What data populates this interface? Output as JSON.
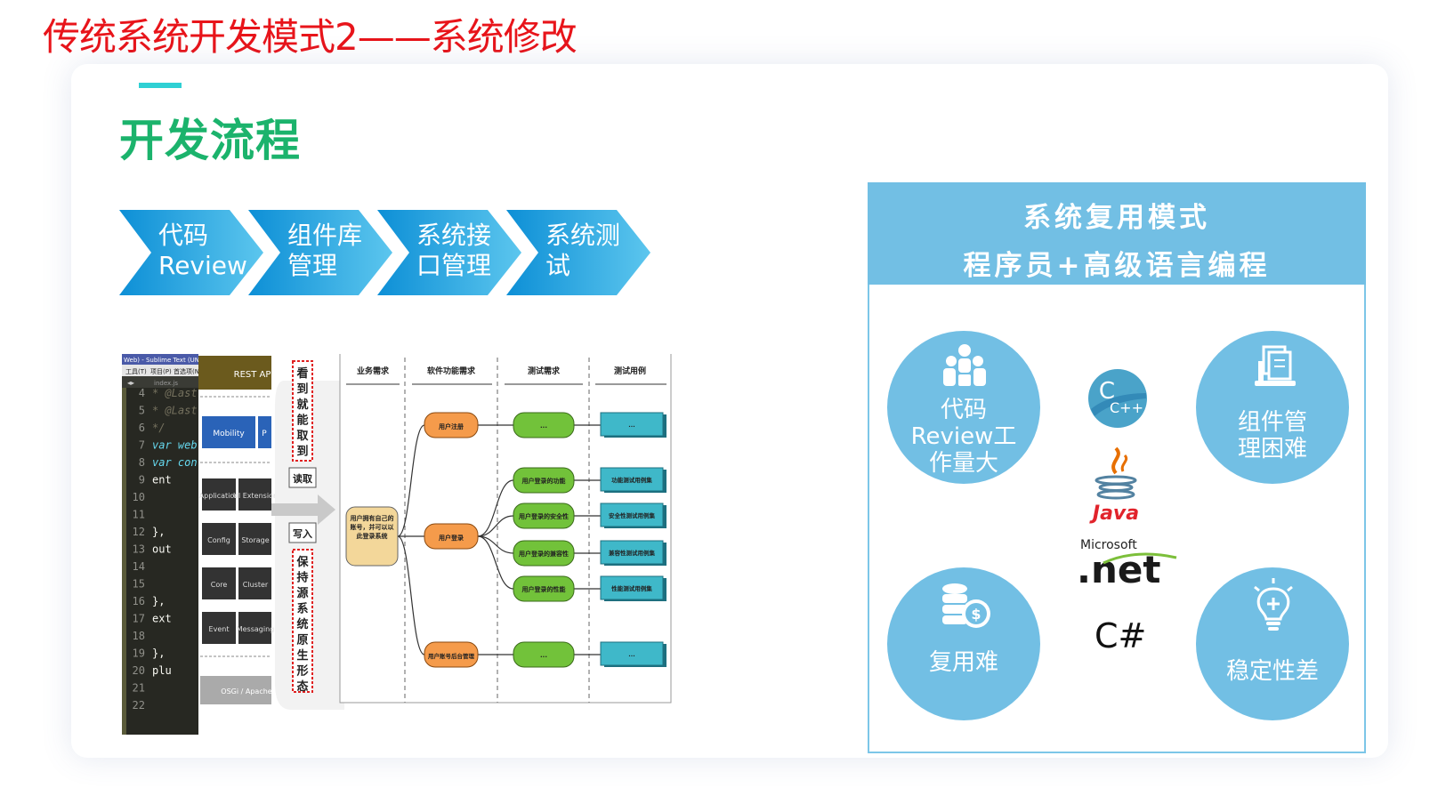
{
  "page_title": "传统系统开发模式2——系统修改",
  "section_title": "开发流程",
  "process_steps": [
    {
      "line1": "代码",
      "line2": "Review"
    },
    {
      "line1": "组件库",
      "line2": "管理"
    },
    {
      "line1": "系统接",
      "line2": "口管理"
    },
    {
      "line1": "系统测",
      "line2": "试"
    }
  ],
  "editor": {
    "title": "Web) - Sublime Text (UNRE",
    "menu": [
      "工具(T)",
      "项目(P)",
      "首选项(N)"
    ],
    "tab": "index.js",
    "line_numbers": [
      "4",
      "5",
      "6",
      "7",
      "8",
      "9",
      "10",
      "11",
      "12",
      "13",
      "14",
      "15",
      "16",
      "17",
      "18",
      "19",
      "20",
      "21",
      "22"
    ],
    "code": [
      "* @Last",
      "* @Last",
      "*/",
      "var web",
      "var con",
      "   ent",
      "",
      "",
      "   },",
      "   out",
      "",
      "",
      "   },",
      "   ext",
      "",
      "   },",
      "   plu",
      "",
      ""
    ]
  },
  "architecture": {
    "header": "REST API",
    "blocks": [
      "Mobility",
      "P",
      "Application",
      "UI Extension",
      "Config",
      "Storage",
      "Core",
      "Cluster",
      "Event",
      "Messaging"
    ],
    "footer": "OSGi / Apache"
  },
  "annotations": {
    "top_chars": [
      "看",
      "到",
      "就",
      "能",
      "取",
      "到"
    ],
    "read": "读取",
    "write": "写入",
    "bottom_chars": [
      "保",
      "持",
      "源",
      "系",
      "统",
      "原",
      "生",
      "形",
      "态"
    ]
  },
  "flow": {
    "columns": [
      "业务需求",
      "软件功能需求",
      "测试需求",
      "测试用例"
    ],
    "root": "用户拥有自己的账号，并可以以此登录系统",
    "nodes": [
      "用户注册",
      "用户登录",
      "用户账号后台管理"
    ],
    "requirements": [
      "...",
      "用户登录的功能",
      "用户登录的安全性",
      "用户登录的兼容性",
      "用户登录的性能",
      "..."
    ],
    "cases": [
      "...",
      "功能测试用例集",
      "安全性测试用例集",
      "兼容性测试用例集",
      "性能测试用例集",
      "..."
    ]
  },
  "panel": {
    "header_line1": "系统复用模式",
    "header_line2": "程序员+高级语言编程",
    "circles": [
      {
        "icon": "team-icon",
        "lines": [
          "代码",
          "Review工",
          "作量大"
        ]
      },
      {
        "icon": "document-stack-icon",
        "lines": [
          "组件管",
          "理困难"
        ]
      },
      {
        "icon": "coins-icon",
        "lines": [
          "复用难"
        ]
      },
      {
        "icon": "lightbulb-icon",
        "lines": [
          "稳定性差"
        ]
      }
    ],
    "logos": {
      "cpp_c": "C",
      "cpp_pp": "C++",
      "java": "Java",
      "microsoft": "Microsoft",
      "net": ".net",
      "csharp": "C#"
    }
  },
  "colors": {
    "title_red": "#e8141a",
    "section_green": "#1bb36c",
    "chevron_blue": "#2aa5e0",
    "panel_blue": "#72bfe4",
    "node_orange": "#f59b4b",
    "node_green": "#72c23a",
    "node_teal": "#3fb8c9"
  }
}
